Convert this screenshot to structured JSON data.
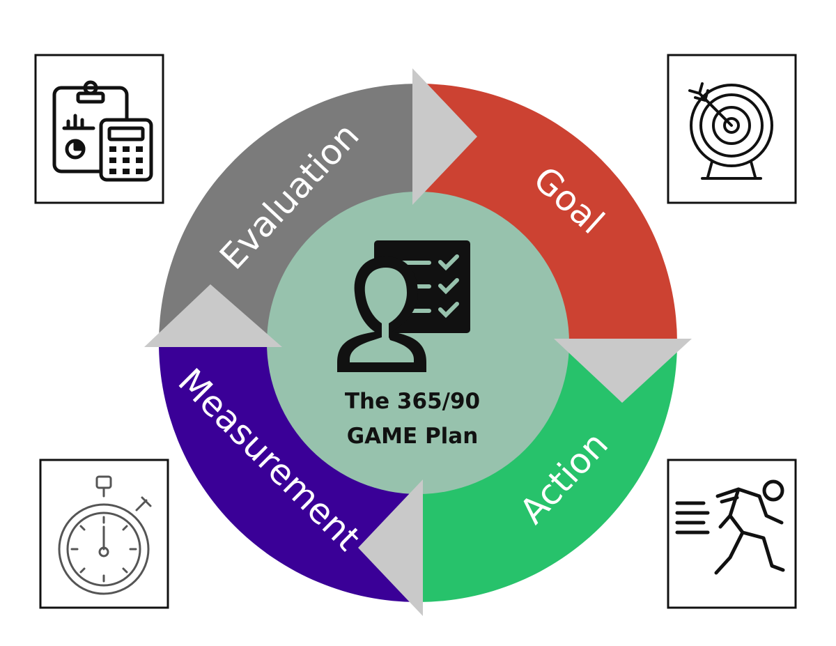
{
  "center": {
    "title_line1": "The 365/90",
    "title_line2": "GAME Plan",
    "icon": "checklist-person-icon"
  },
  "segments": [
    {
      "name": "goal",
      "label": "Goal",
      "color": "#cc4232"
    },
    {
      "name": "action",
      "label": "Action",
      "color": "#27c26b"
    },
    {
      "name": "measurement",
      "label": "Measurement",
      "color": "#3a0097"
    },
    {
      "name": "evaluation",
      "label": "Evaluation",
      "color": "#7b7b7b"
    }
  ],
  "colors": {
    "center_fill": "#97c2ad",
    "arrow_fill": "#c9c9c9"
  },
  "corner_icons": {
    "top_left": "clipboard-calculator-icon",
    "top_right": "target-arrow-icon",
    "bottom_left": "stopwatch-icon",
    "bottom_right": "running-person-icon"
  }
}
